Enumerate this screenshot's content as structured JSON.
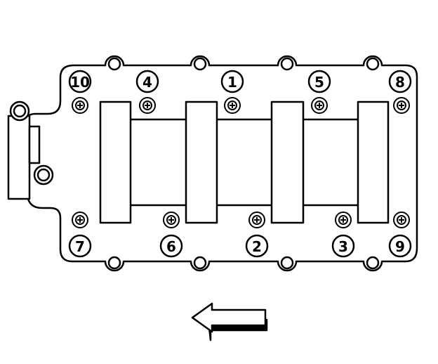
{
  "diagram": {
    "bolts": [
      {
        "label": "10"
      },
      {
        "label": "4"
      },
      {
        "label": "1"
      },
      {
        "label": "5"
      },
      {
        "label": "8"
      },
      {
        "label": "7"
      },
      {
        "label": "6"
      },
      {
        "label": "2"
      },
      {
        "label": "3"
      },
      {
        "label": "9"
      }
    ],
    "colors": {
      "stroke": "#000000",
      "fill": "#ffffff"
    }
  }
}
